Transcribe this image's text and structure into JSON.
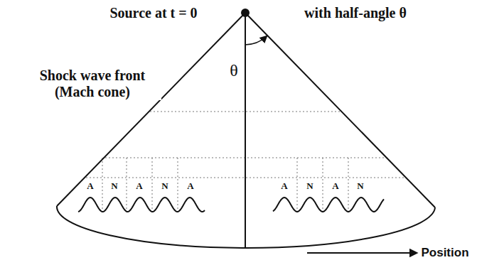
{
  "diagram": {
    "labels": [
      "Source at t = 0",
      "with half-angle θ",
      "Shock wave front (Mach cone)",
      "θ",
      "A",
      "N",
      "A",
      "N",
      "A",
      "A",
      "N",
      "A",
      "N",
      "Position"
    ]
  }
}
